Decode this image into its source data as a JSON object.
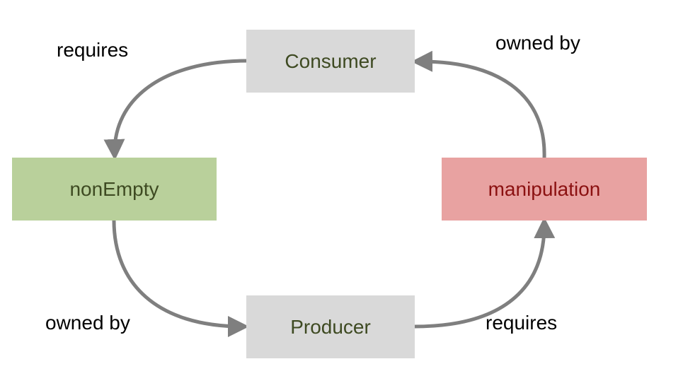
{
  "nodes": {
    "consumer": "Consumer",
    "producer": "Producer",
    "nonempty": "nonEmpty",
    "manipulation": "manipulation"
  },
  "edges": {
    "consumer_to_nonempty": "requires",
    "manipulation_to_consumer": "owned by",
    "nonempty_to_producer": "owned by",
    "producer_to_manipulation": "requires"
  },
  "colors": {
    "arrow": "#7f7f7f",
    "producer_consumer_fill": "#d9d9d9",
    "nonempty_fill": "#b9d09b",
    "manipulation_fill": "#e8a2a1",
    "manipulation_text": "#8b1111",
    "node_text": "#3e4a22"
  }
}
